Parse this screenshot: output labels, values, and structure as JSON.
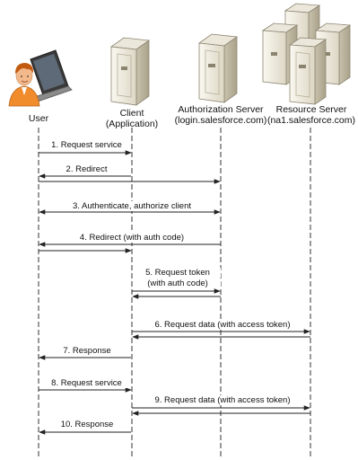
{
  "actors": [
    {
      "id": "user",
      "name": "User",
      "sub": "",
      "icon": "user-laptop-icon"
    },
    {
      "id": "client",
      "name": "Client",
      "sub": "(Application)",
      "icon": "server-icon"
    },
    {
      "id": "auth",
      "name": "Authorization Server",
      "sub": "(login.salesforce.com)",
      "icon": "server-icon"
    },
    {
      "id": "resource",
      "name": "Resource Server",
      "sub": "(na1.salesforce.com)",
      "icon": "server-cluster-icon"
    }
  ],
  "messages": [
    {
      "n": 1,
      "label": "1. Request service"
    },
    {
      "n": 2,
      "label": "2. Redirect"
    },
    {
      "n": 3,
      "label": "3. Authenticate, authorize client"
    },
    {
      "n": 4,
      "label": "4. Redirect (with auth code)"
    },
    {
      "n": 5,
      "label": "5. Request token",
      "label2": "(with auth code)"
    },
    {
      "n": 6,
      "label": "6. Request data (with access token)"
    },
    {
      "n": 7,
      "label": "7. Response"
    },
    {
      "n": 8,
      "label": "8. Request service"
    },
    {
      "n": 9,
      "label": "9. Request data (with access token)"
    },
    {
      "n": 10,
      "label": "10. Response"
    }
  ],
  "colors": {
    "line": "#222222",
    "server_light": "#f2efe4",
    "server_mid": "#d8d3c2",
    "server_dark": "#b9b29c",
    "skin": "#f4b98a",
    "hair": "#c25a10",
    "shirt": "#f08c2c"
  }
}
